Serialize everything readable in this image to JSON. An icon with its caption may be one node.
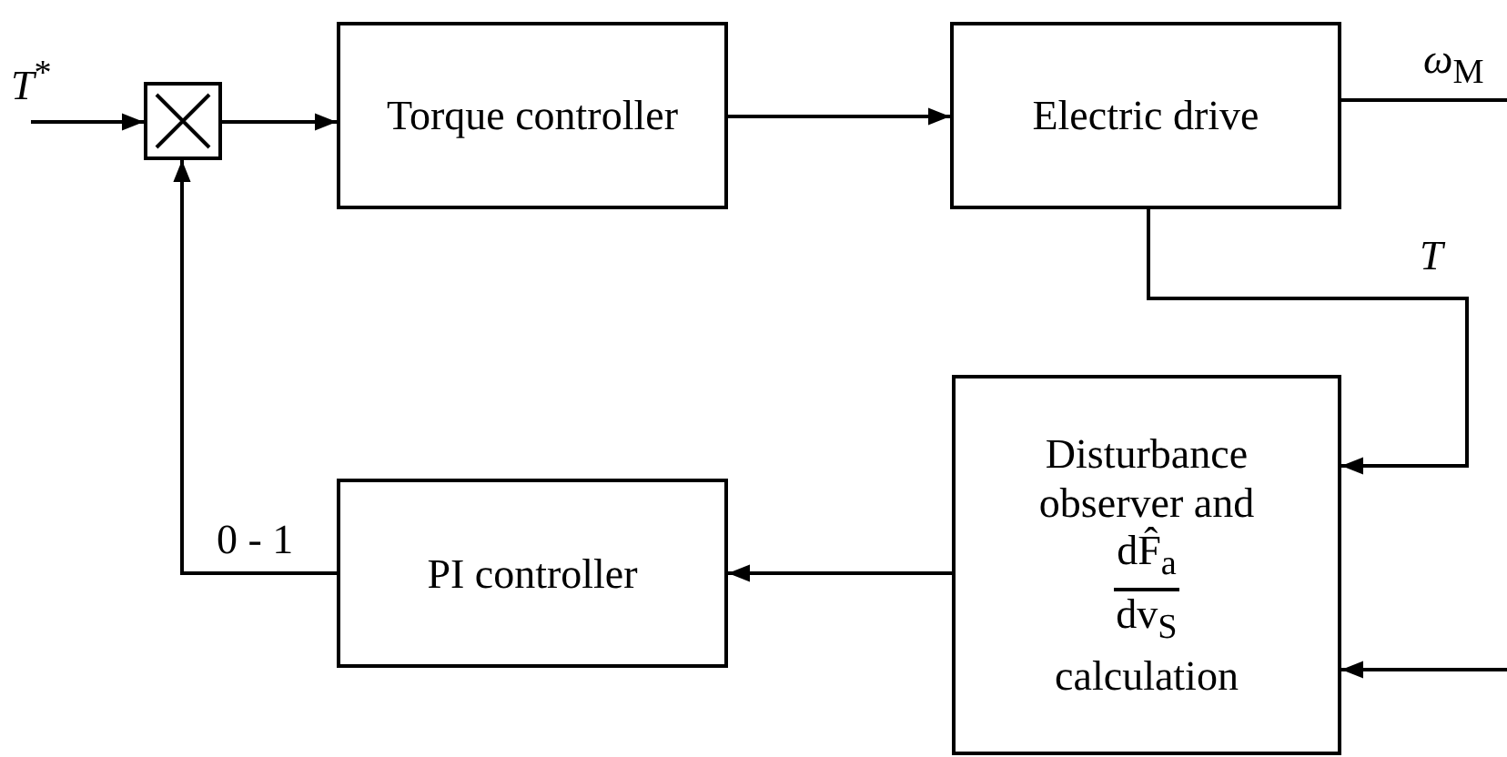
{
  "diagram": {
    "nodes": [
      {
        "text": [],
        "shape": "box"
      },
      {
        "text": [
          "Torque controller"
        ]
      },
      {
        "text": [
          "Electric drive"
        ]
      },
      {
        "text": [
          "Disturbance observer and",
          "dF̂$_{a}$",
          "dv$_{S}$",
          "calculation"
        ]
      },
      {
        "text": [
          "PI controller"
        ]
      }
    ],
    "edges": [
      {
        "from": null,
        "to": 0,
        "arrow": "to",
        "label": "*T*$^{*}$"
      },
      {
        "from": 0,
        "to": 1,
        "arrow": "to"
      },
      {
        "from": 1,
        "to": 2,
        "arrow": "to"
      },
      {
        "from": 2,
        "to": null,
        "arrow": "none",
        "label": "*ω*$_{M}$"
      },
      {
        "from": 2,
        "to": 3,
        "arrow": "to",
        "label": "*T*"
      },
      {
        "from": null,
        "to": 3,
        "arrow": "to"
      },
      {
        "from": 3,
        "to": 4,
        "arrow": "to"
      },
      {
        "from": 4,
        "to": 0,
        "arrow": "to",
        "label": "0 - 1"
      }
    ]
  }
}
